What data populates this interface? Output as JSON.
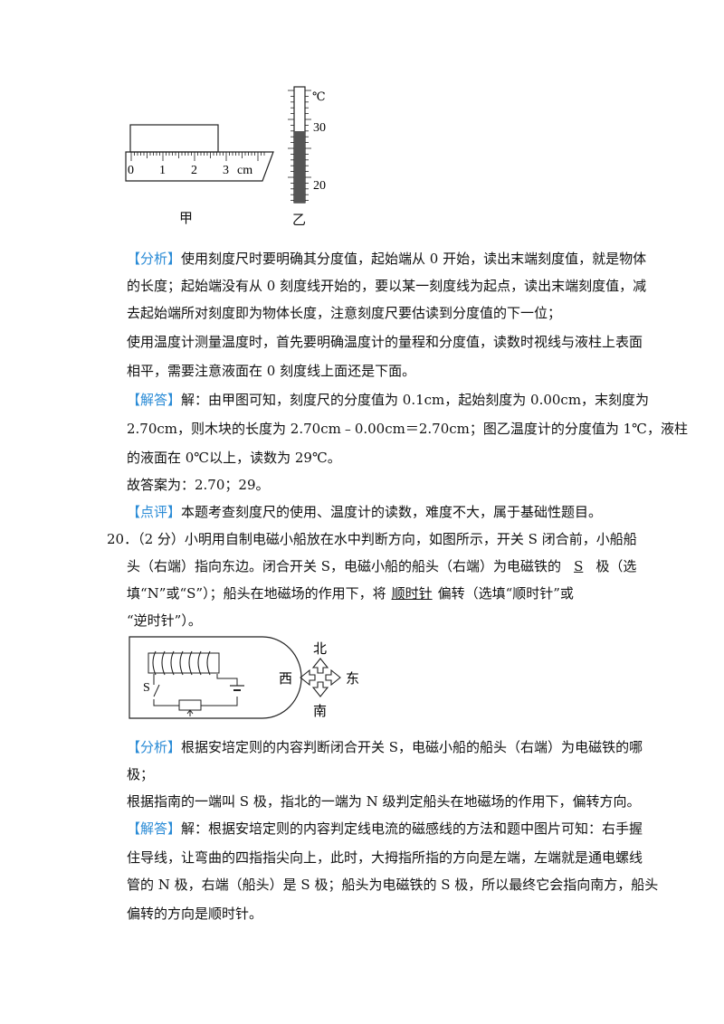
{
  "figure1": {
    "ruler_ticks": [
      "0",
      "1",
      "2",
      "3"
    ],
    "ruler_unit": "cm",
    "thermo_unit": "℃",
    "thermo_ticks": [
      "30",
      "20"
    ],
    "label_a": "甲",
    "label_b": "乙"
  },
  "q19": {
    "analysis_tag": "【分析】",
    "analysis_l1": "使用刻度尺时要明确其分度值，起始端从 0 开始，读出末端刻度值，就是物体",
    "analysis_l2": "的长度；起始端没有从 0 刻度线开始的，要以某一刻度线为起点，读出末端刻度值，减",
    "analysis_l3": "去起始端所对刻度即为物体长度，注意刻度尺要估读到分度值的下一位；",
    "analysis_l4": "使用温度计测量温度时，首先要明确温度计的量程和分度值，读数时视线与液柱上表面",
    "analysis_l5": "相平，需要注意液面在 0 刻度线上面还是下面。",
    "solution_tag": "【解答】",
    "solution_l1": "解：由甲图可知，刻度尺的分度值为 0.1cm，起始刻度为 0.00cm，末刻度为",
    "solution_l2": "2.70cm，则木块的长度为 2.70cm﹣0.00cm＝2.70cm；图乙温度计的分度值为 1℃，液柱",
    "solution_l3": "的液面在 0℃以上，读数为 29℃。",
    "answer_line": "故答案为：2.70；29。",
    "comment_tag": "【点评】",
    "comment": "本题考查刻度尺的使用、温度计的读数，难度不大，属于基础性题目。"
  },
  "q20": {
    "l1": "20．（2 分）小明用自制电磁小船放在水中判断方向，如图所示，开关 S 闭合前，小船船",
    "l2": "头（右端）指向东边。闭合开关 S，电磁小船的船头（右端）为电磁铁的",
    "blank1": "S",
    "l2b": "极（选",
    "l3a": "填“N”或“S”）；船头在地磁场的作用下，将",
    "blank2": "顺时针",
    "l3b": "偏转（选填“顺时针”或",
    "l4": "“逆时针”）。",
    "fig": {
      "switch": "S",
      "north": "北",
      "south": "南",
      "west": "西",
      "east": "东"
    },
    "analysis_tag": "【分析】",
    "analysis_l1": "根据安培定则的内容判断闭合开关 S，电磁小船的船头（右端）为电磁铁的哪",
    "analysis_l2": "极；",
    "analysis_l3": "根据指南的一端叫 S 极，指北的一端为 N 级判定船头在地磁场的作用下，偏转方向。",
    "solution_tag": "【解答】",
    "solution_l1": "解：根据安培定则的内容判定线电流的磁感线的方法和题中图片可知：右手握",
    "solution_l2": "住导线，让弯曲的四指指尖向上，此时，大拇指所指的方向是左端，左端就是通电螺线",
    "solution_l3": "管的 N 极，右端（船头）是 S 极；船头为电磁铁的 S 极，所以最终它会指向南方，船头",
    "solution_l4": "偏转的方向是顺时针。"
  }
}
